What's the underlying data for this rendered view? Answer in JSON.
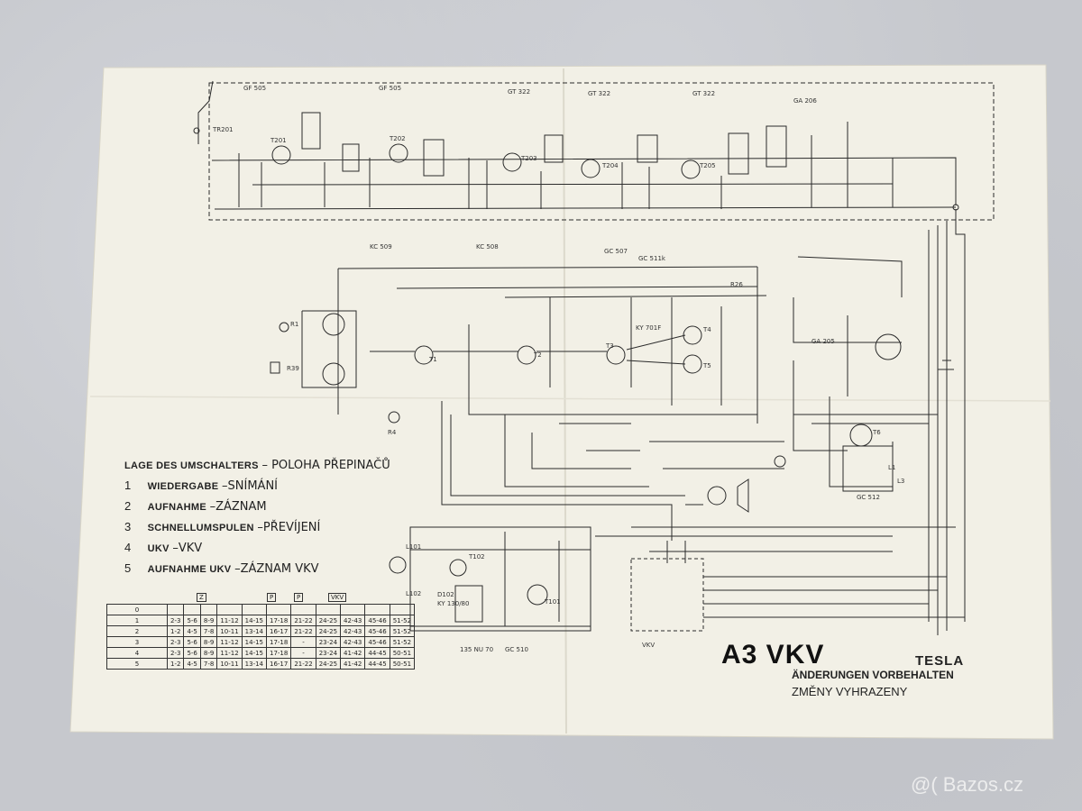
{
  "legend": {
    "title_de": "LAGE DES UMSCHALTERS",
    "title_cz": "POLOHA PŘEPINAČŮ",
    "items": [
      {
        "num": "1",
        "de": "WIEDERGABE",
        "cz": "SNÍMÁNÍ"
      },
      {
        "num": "2",
        "de": "AUFNAHME",
        "cz": "ZÁZNAM"
      },
      {
        "num": "3",
        "de": "SCHNELLUMSPULEN",
        "cz": "PŘEVÍJENÍ"
      },
      {
        "num": "4",
        "de": "UKV",
        "cz": "VKV"
      },
      {
        "num": "5",
        "de": "AUFNAHME UKV",
        "cz": "ZÁZNAM VKV"
      }
    ]
  },
  "title": {
    "model": "A3 VKV",
    "brand": "TESLA",
    "note_de": "ÄNDERUNGEN VORBEHALTEN",
    "note_cz": "ZMĚNY VYHRAZENY"
  },
  "switch_table": {
    "header_marks": [
      "Z",
      "P",
      "VKV"
    ],
    "rows": [
      [
        "0",
        "",
        "",
        "",
        "",
        "",
        "",
        "",
        "",
        "",
        "",
        ""
      ],
      [
        "1",
        "2-3",
        "5-6",
        "8-9",
        "11-12",
        "14-15",
        "17-18",
        "21-22",
        "24-25",
        "42-43",
        "45-46",
        "51-52"
      ],
      [
        "2",
        "1-2",
        "4-5",
        "7-8",
        "10-11",
        "13-14",
        "16-17",
        "21-22",
        "24-25",
        "42-43",
        "45-46",
        "51-52"
      ],
      [
        "3",
        "2-3",
        "5-6",
        "8-9",
        "11-12",
        "14-15",
        "17-18",
        "-",
        "23-24",
        "42-43",
        "45-46",
        "51-52"
      ],
      [
        "4",
        "2-3",
        "5-6",
        "8-9",
        "11-12",
        "14-15",
        "17-18",
        "-",
        "23-24",
        "41-42",
        "44-45",
        "50-51"
      ],
      [
        "5",
        "1-2",
        "4-5",
        "7-8",
        "10-11",
        "13-14",
        "16-17",
        "21-22",
        "24-25",
        "41-42",
        "44-45",
        "50-51"
      ]
    ]
  },
  "components": {
    "rf_transistors": [
      "GF 505",
      "GF 505",
      "GT 322",
      "GT 322",
      "GT 322",
      "GA 206"
    ],
    "audio_types": [
      "KC 509",
      "KC 508",
      "GC 507",
      "GC 511k",
      "GC 512",
      "KY 701F",
      "GA 205"
    ],
    "motor_block": [
      "135 NU 70",
      "GC 510"
    ],
    "labels": [
      "TR201",
      "T201",
      "T202",
      "T203",
      "T204",
      "T205",
      "T1",
      "T2",
      "T3",
      "T4",
      "T5",
      "T6",
      "T101",
      "T102",
      "R1",
      "R39",
      "R4",
      "L101",
      "L102",
      "L1",
      "L3",
      "R26",
      "KY 130/80",
      "D102",
      "VKV"
    ]
  },
  "watermark": "@( Bazos.cz"
}
